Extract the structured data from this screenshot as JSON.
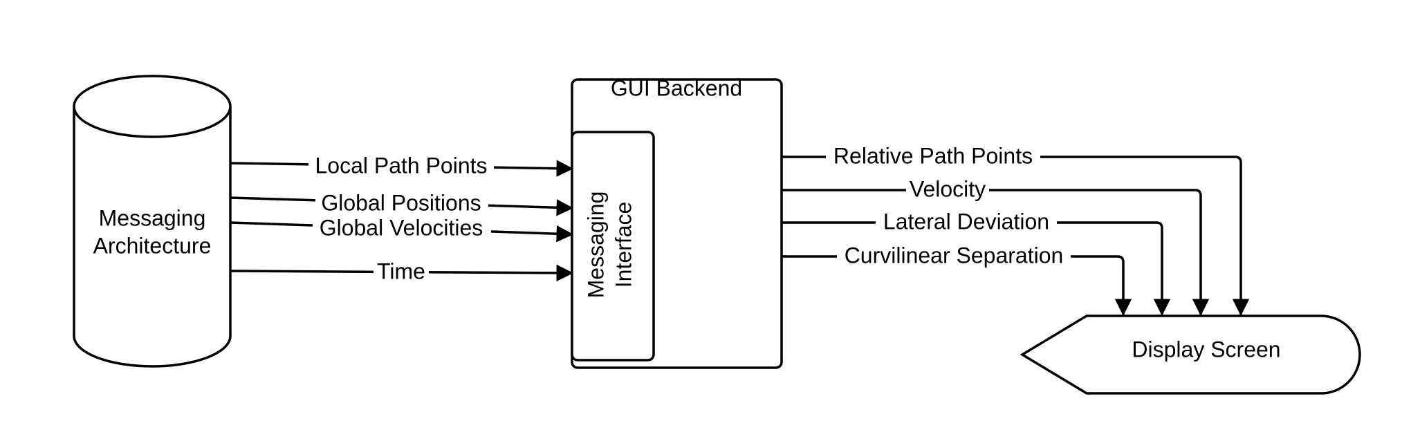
{
  "nodes": {
    "database": {
      "line1": "Messaging",
      "line2": "Architecture"
    },
    "backend": {
      "title": "GUI Backend"
    },
    "interface": {
      "line1": "Messaging",
      "line2": "Interface"
    },
    "display": {
      "label": "Display Screen"
    }
  },
  "edges": {
    "inputs": [
      {
        "label": "Local Path Points"
      },
      {
        "label": "Global Positions"
      },
      {
        "label": "Global Velocities"
      },
      {
        "label": "Time"
      }
    ],
    "outputs": [
      {
        "label": "Relative Path Points"
      },
      {
        "label": "Velocity"
      },
      {
        "label": "Lateral Deviation"
      },
      {
        "label": "Curvilinear Separation"
      }
    ]
  },
  "colors": {
    "stroke": "#000000",
    "background": "#ffffff"
  }
}
